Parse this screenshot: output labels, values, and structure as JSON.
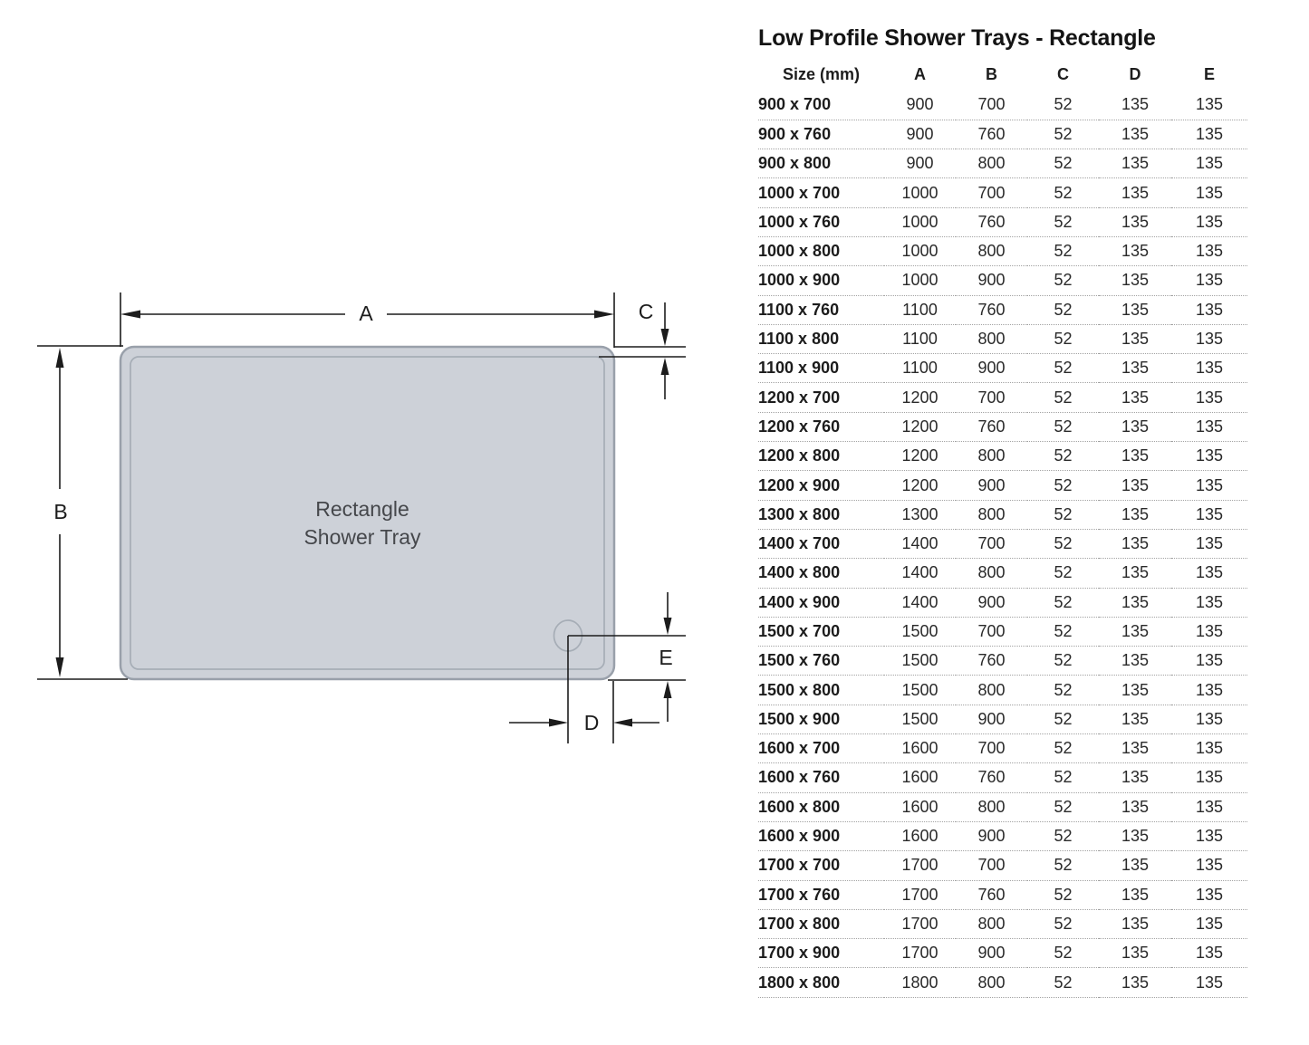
{
  "diagram": {
    "tray_label_line1": "Rectangle",
    "tray_label_line2": "Shower Tray",
    "labels": {
      "a": "A",
      "b": "B",
      "c": "C",
      "d": "D",
      "e": "E"
    },
    "colors": {
      "tray_fill": "#cdd1d8",
      "tray_stroke": "#99a0aa",
      "inner_stroke": "#a6adb6",
      "dimension_line": "#1c1c1c"
    }
  },
  "table": {
    "title": "Low Profile Shower Trays - Rectangle",
    "columns": [
      "Size (mm)",
      "A",
      "B",
      "C",
      "D",
      "E"
    ],
    "rows": [
      [
        "900 x 700",
        "900",
        "700",
        "52",
        "135",
        "135"
      ],
      [
        "900 x 760",
        "900",
        "760",
        "52",
        "135",
        "135"
      ],
      [
        "900 x 800",
        "900",
        "800",
        "52",
        "135",
        "135"
      ],
      [
        "1000 x 700",
        "1000",
        "700",
        "52",
        "135",
        "135"
      ],
      [
        "1000 x 760",
        "1000",
        "760",
        "52",
        "135",
        "135"
      ],
      [
        "1000 x 800",
        "1000",
        "800",
        "52",
        "135",
        "135"
      ],
      [
        "1000 x 900",
        "1000",
        "900",
        "52",
        "135",
        "135"
      ],
      [
        "1100 x 760",
        "1100",
        "760",
        "52",
        "135",
        "135"
      ],
      [
        "1100 x 800",
        "1100",
        "800",
        "52",
        "135",
        "135"
      ],
      [
        "1100 x 900",
        "1100",
        "900",
        "52",
        "135",
        "135"
      ],
      [
        "1200 x 700",
        "1200",
        "700",
        "52",
        "135",
        "135"
      ],
      [
        "1200 x 760",
        "1200",
        "760",
        "52",
        "135",
        "135"
      ],
      [
        "1200 x 800",
        "1200",
        "800",
        "52",
        "135",
        "135"
      ],
      [
        "1200 x 900",
        "1200",
        "900",
        "52",
        "135",
        "135"
      ],
      [
        "1300 x 800",
        "1300",
        "800",
        "52",
        "135",
        "135"
      ],
      [
        "1400 x 700",
        "1400",
        "700",
        "52",
        "135",
        "135"
      ],
      [
        "1400 x 800",
        "1400",
        "800",
        "52",
        "135",
        "135"
      ],
      [
        "1400 x 900",
        "1400",
        "900",
        "52",
        "135",
        "135"
      ],
      [
        "1500 x 700",
        "1500",
        "700",
        "52",
        "135",
        "135"
      ],
      [
        "1500 x 760",
        "1500",
        "760",
        "52",
        "135",
        "135"
      ],
      [
        "1500 x 800",
        "1500",
        "800",
        "52",
        "135",
        "135"
      ],
      [
        "1500 x 900",
        "1500",
        "900",
        "52",
        "135",
        "135"
      ],
      [
        "1600 x 700",
        "1600",
        "700",
        "52",
        "135",
        "135"
      ],
      [
        "1600 x 760",
        "1600",
        "760",
        "52",
        "135",
        "135"
      ],
      [
        "1600 x 800",
        "1600",
        "800",
        "52",
        "135",
        "135"
      ],
      [
        "1600 x 900",
        "1600",
        "900",
        "52",
        "135",
        "135"
      ],
      [
        "1700 x 700",
        "1700",
        "700",
        "52",
        "135",
        "135"
      ],
      [
        "1700 x 760",
        "1700",
        "760",
        "52",
        "135",
        "135"
      ],
      [
        "1700 x 800",
        "1700",
        "800",
        "52",
        "135",
        "135"
      ],
      [
        "1700 x 900",
        "1700",
        "900",
        "52",
        "135",
        "135"
      ],
      [
        "1800 x 800",
        "1800",
        "800",
        "52",
        "135",
        "135"
      ]
    ]
  }
}
